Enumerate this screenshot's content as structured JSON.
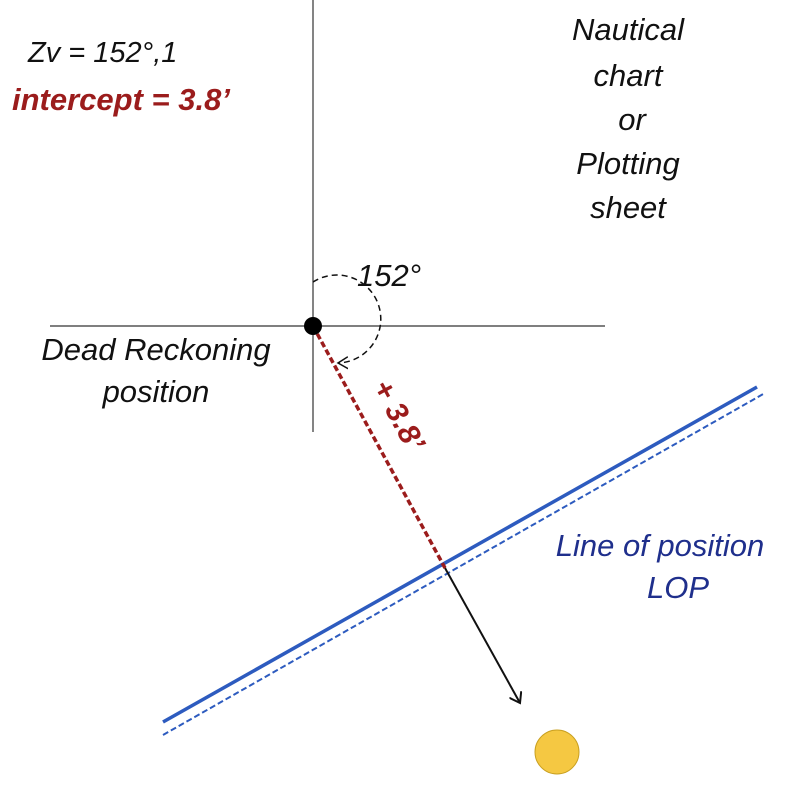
{
  "labels": {
    "zv": "Zv = 152°,1",
    "intercept": "intercept = 3.8’",
    "chart_lines": [
      "Nautical",
      "chart",
      "or",
      "Plotting",
      "sheet"
    ],
    "angle": "152°",
    "dr_lines": [
      "Dead Reckoning",
      "position"
    ],
    "intercept_mark": "+ 3.8’",
    "lop_lines": [
      "Line of position",
      "LOP"
    ]
  },
  "colors": {
    "intercept": "#9b1c1c",
    "lop": "#2d5bbf",
    "lop_text": "#1f2f8c",
    "sun": "#f5c842",
    "ink": "#111111"
  }
}
